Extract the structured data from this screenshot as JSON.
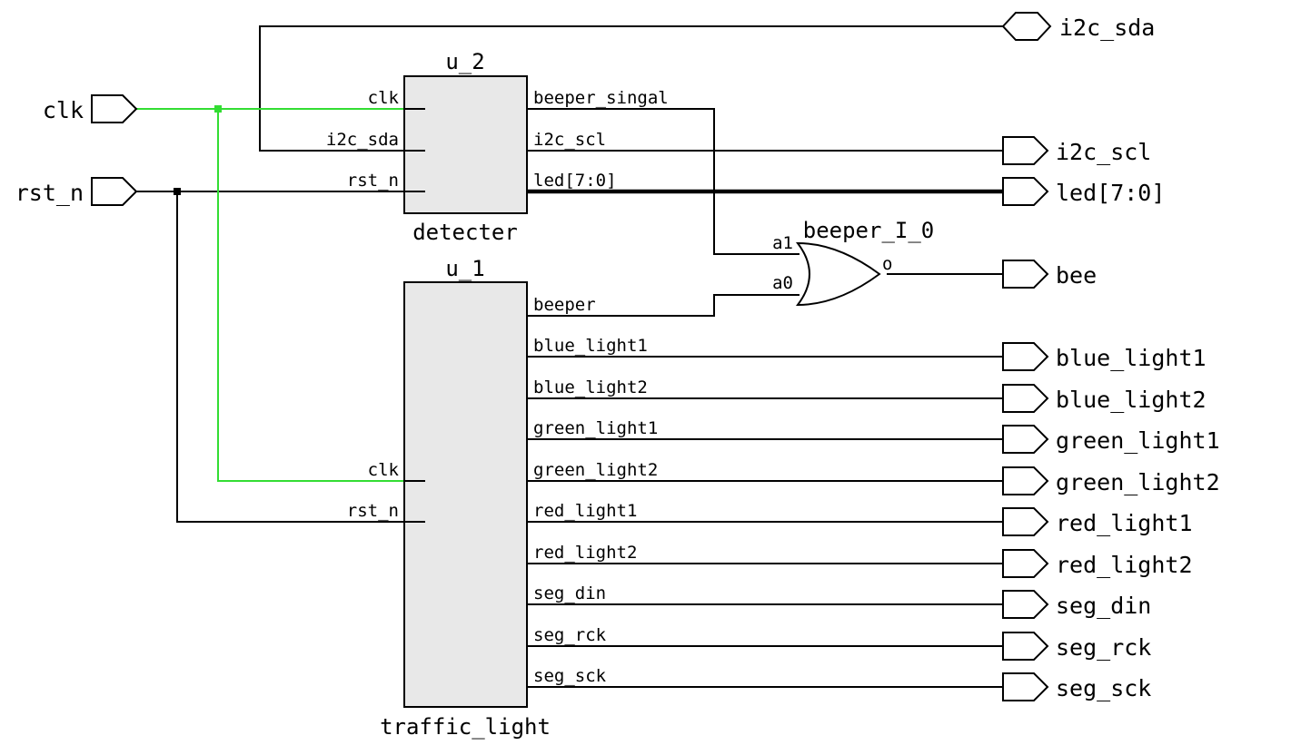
{
  "colors": {
    "clock_net": "#33dd33",
    "wire": "#000000",
    "block_fill": "#e8e8e8"
  },
  "inputs": {
    "clk": "clk",
    "rst_n": "rst_n"
  },
  "u2": {
    "instance": "u_2",
    "module": "detecter",
    "in_pins": [
      "clk",
      "i2c_sda",
      "rst_n"
    ],
    "out_pins": [
      "beeper_singal",
      "i2c_scl",
      "led[7:0]"
    ]
  },
  "u1": {
    "instance": "u_1",
    "module": "traffic_light",
    "in_pins": [
      "clk",
      "rst_n"
    ],
    "out_pins": [
      "beeper",
      "blue_light1",
      "blue_light2",
      "green_light1",
      "green_light2",
      "red_light1",
      "red_light2",
      "seg_din",
      "seg_rck",
      "seg_sck"
    ]
  },
  "gate": {
    "instance": "beeper_I_0",
    "in1": "a1",
    "in0": "a0",
    "out": "o"
  },
  "outputs": {
    "i2c_sda": "i2c_sda",
    "i2c_scl": "i2c_scl",
    "led": "led[7:0]",
    "bee": "bee",
    "u1_ports": [
      "blue_light1",
      "blue_light2",
      "green_light1",
      "green_light2",
      "red_light1",
      "red_light2",
      "seg_din",
      "seg_rck",
      "seg_sck"
    ]
  }
}
